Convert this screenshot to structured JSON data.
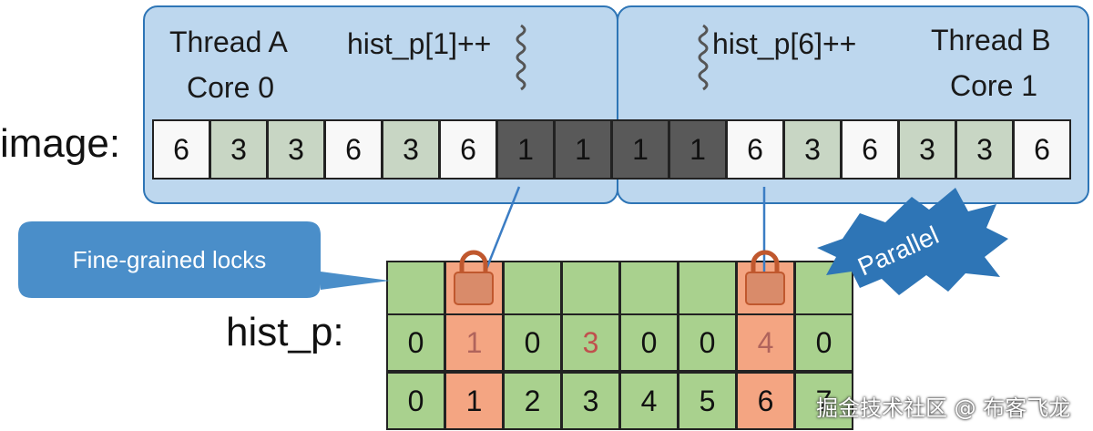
{
  "thread_a": {
    "name": "Thread A",
    "core": "Core 0",
    "operation": "hist_p[1]++"
  },
  "thread_b": {
    "name": "Thread B",
    "core": "Core 1",
    "operation": "hist_p[6]++"
  },
  "image": {
    "label": "image:",
    "cells": [
      {
        "value": "6",
        "shade": "white"
      },
      {
        "value": "3",
        "shade": "sage"
      },
      {
        "value": "3",
        "shade": "sage"
      },
      {
        "value": "6",
        "shade": "white"
      },
      {
        "value": "3",
        "shade": "sage"
      },
      {
        "value": "6",
        "shade": "white"
      },
      {
        "value": "1",
        "shade": "dark"
      },
      {
        "value": "1",
        "shade": "dark"
      },
      {
        "value": "1",
        "shade": "dark"
      },
      {
        "value": "1",
        "shade": "dark"
      },
      {
        "value": "6",
        "shade": "white"
      },
      {
        "value": "3",
        "shade": "sage"
      },
      {
        "value": "6",
        "shade": "white"
      },
      {
        "value": "3",
        "shade": "sage"
      },
      {
        "value": "3",
        "shade": "sage"
      },
      {
        "value": "6",
        "shade": "white"
      }
    ]
  },
  "callout": {
    "text": "Fine-grained locks"
  },
  "parallel_badge": {
    "text": "Parallel"
  },
  "hist": {
    "label": "hist_p:",
    "values": [
      "0",
      "1",
      "0",
      "3",
      "0",
      "0",
      "4",
      "0"
    ],
    "indices": [
      "0",
      "1",
      "2",
      "3",
      "4",
      "5",
      "6",
      "7"
    ],
    "locked": [
      1,
      6
    ]
  },
  "watermark": "掘金技术社区 @ 布客飞龙",
  "colors": {
    "panel_fill": "#bdd7ee",
    "panel_border": "#2e75b6",
    "callout": "#4a8ec9",
    "green": "#a9d18e",
    "orange": "#f4a582",
    "dark_cell": "#595959",
    "sage_cell": "#c8d6c4",
    "white_cell": "#f8f8f8",
    "arrow": "#3b7dc4",
    "lock": "#c0582e",
    "badge": "#2e75b6"
  }
}
